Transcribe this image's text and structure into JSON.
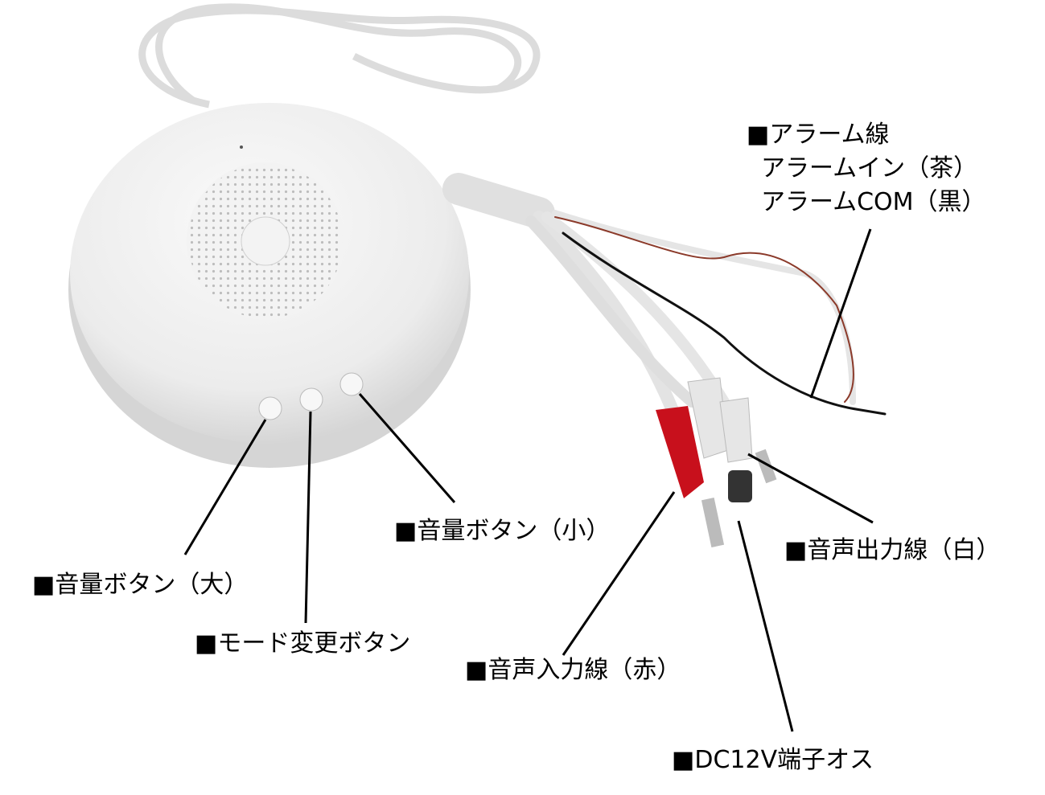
{
  "labels": {
    "alarm_title": "■アラーム線",
    "alarm_in": "アラームイン（茶）",
    "alarm_com": "アラームCOM（黒）",
    "volume_up": "■音量ボタン（大）",
    "mode_change": "■モード変更ボタン",
    "volume_down": "■音量ボタン（小）",
    "audio_in": "■音声入力線（赤）",
    "audio_out": "■音声出力線（白）",
    "dc12v": "■DC12V端子オス"
  },
  "colors": {
    "device": "#eeeeee",
    "rca_red": "#c8101c",
    "rca_white": "#e6e6e6",
    "wire_brown": "#8b3a2a",
    "wire_black": "#111111"
  }
}
